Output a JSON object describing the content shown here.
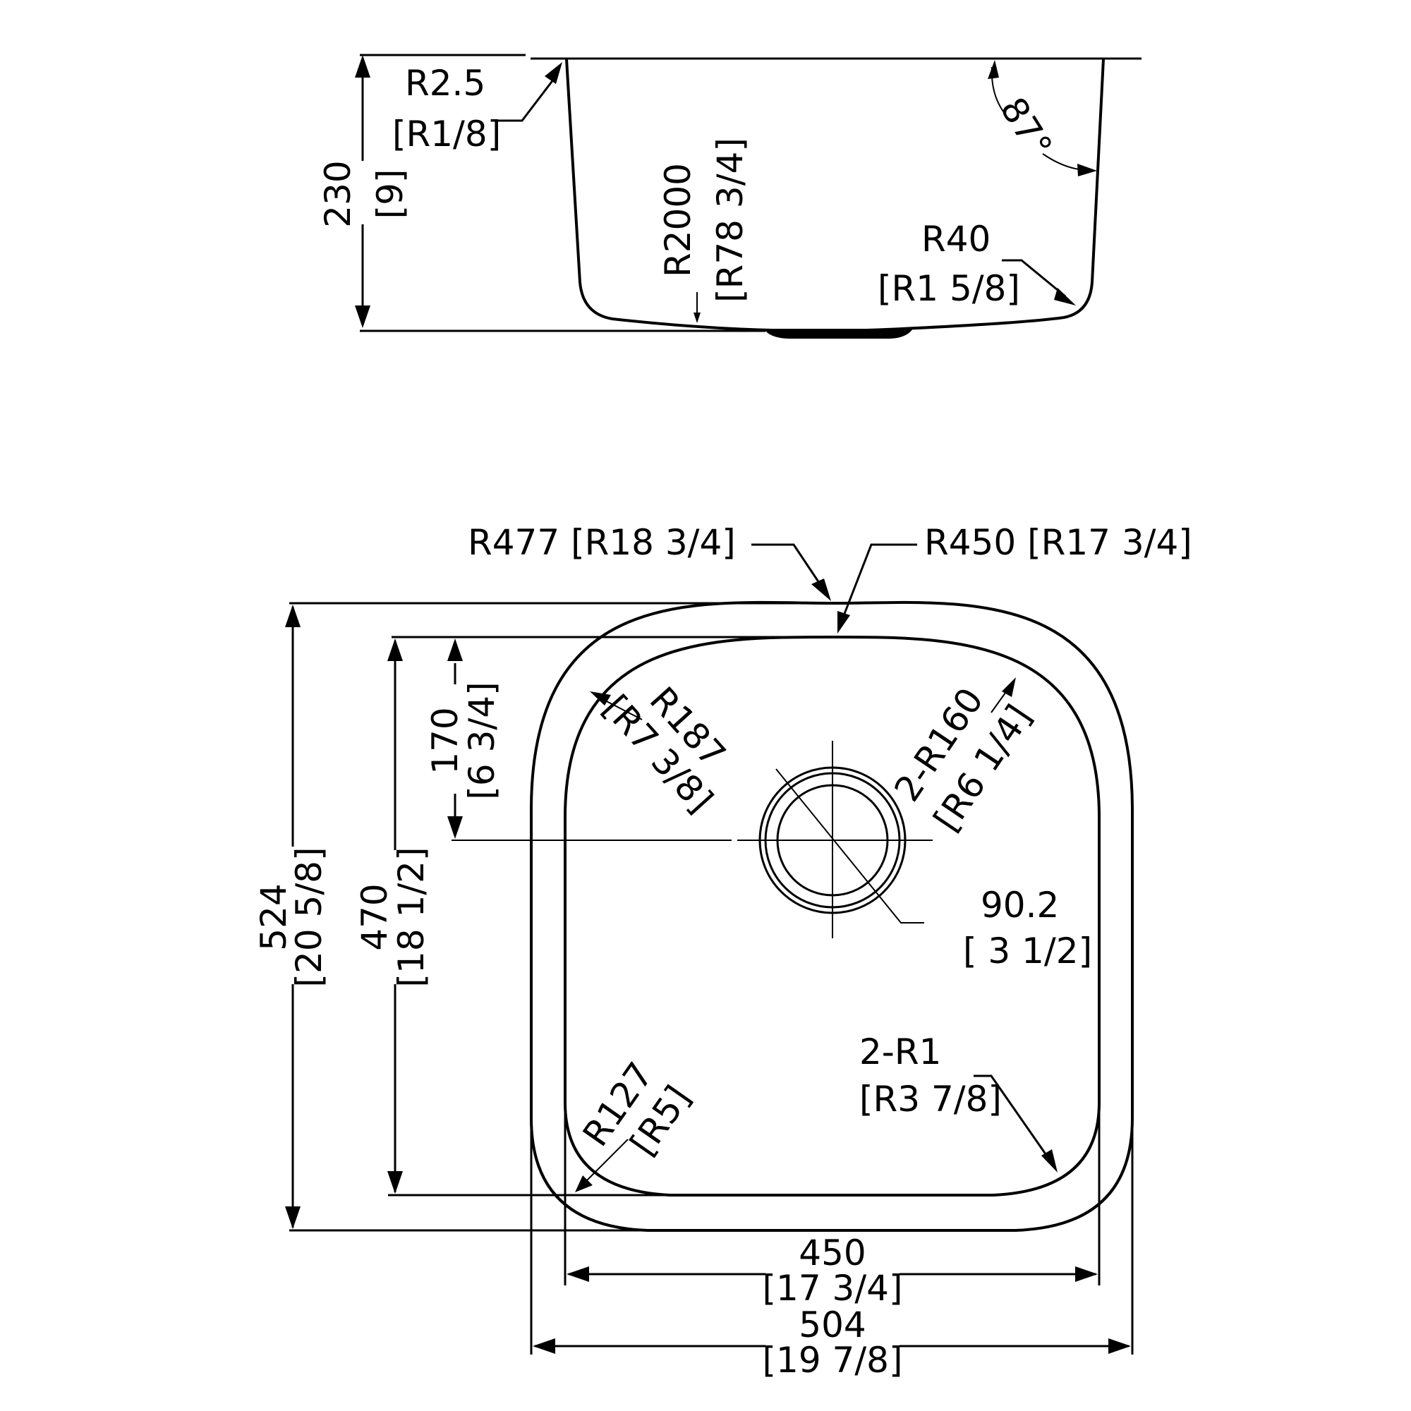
{
  "side_view": {
    "rim_radius_mm": "R2.5",
    "rim_radius_in": "[R1/8]",
    "height_mm": "230",
    "height_in": "[9]",
    "bottom_radius_mm": "R2000",
    "bottom_radius_in": "[R78  3/4]",
    "wall_angle": "87°",
    "corner_radius_mm": "R40",
    "corner_radius_in": "[R1   5/8]"
  },
  "top_view": {
    "outer_radius": "R477 [R18   3/4]",
    "inner_radius": "R450  [R17   3/4]",
    "left_upper_radius_mm": "R187",
    "left_upper_radius_in": "[R7  3/8]",
    "right_upper_radius_mm": "2-R160",
    "right_upper_radius_in": "[R6  1/4]",
    "drain_offset_mm": "170",
    "drain_offset_in": "[6  3/4]",
    "drain_diameter_mm": "90.2",
    "drain_diameter_in": "[   3  1/2]",
    "right_lower_radius_mm": "2-R1",
    "right_lower_radius_in": "[R3  7/8]",
    "left_lower_radius_mm": "R127",
    "left_lower_radius_in": "[R5]",
    "outer_length_mm": "524",
    "outer_length_in": "[20  5/8]",
    "inner_length_mm": "470",
    "inner_length_in": "[18  1/2]",
    "inner_width_mm": "450",
    "inner_width_in": "[17   3/4]",
    "outer_width_mm": "504",
    "outer_width_in": "[19   7/8]"
  }
}
